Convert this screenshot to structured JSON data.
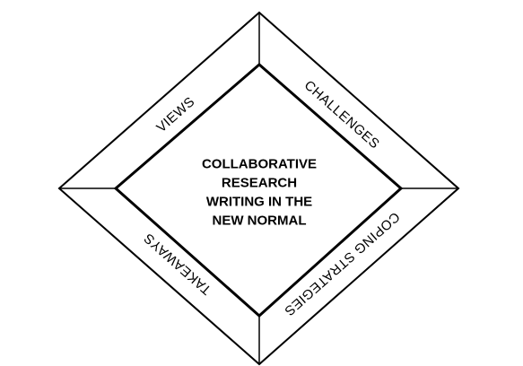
{
  "center": {
    "lines": [
      "COLLABORATIVE",
      "RESEARCH",
      "WRITING IN THE",
      "NEW NORMAL"
    ]
  },
  "bands": {
    "views": "VIEWS",
    "challenges": "CHALLENGES",
    "coping": "COPING STRATEGIES",
    "takeaways": "TAKEAWAYS"
  },
  "colors": {
    "stroke": "#000000",
    "background": "#ffffff"
  }
}
